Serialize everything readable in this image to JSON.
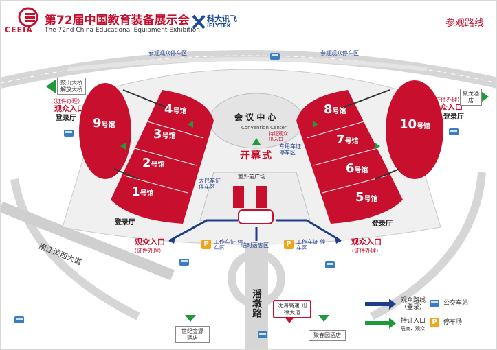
{
  "header": {
    "logo_text": "CEEIA",
    "title_cn": "第72届中国教育装备展示会",
    "title_en": "The 72nd China Educational Equipment Exhibition",
    "partner_cn": "科大讯飞",
    "partner_en": "iFLYTEK",
    "route_title": "参观路线"
  },
  "roads": {
    "parking_top": "参观观众停车区",
    "nanjiang": "南江滨西大道",
    "pandun": "潘墩路"
  },
  "signs": {
    "left_top": "鼓山大桥 解放大桥",
    "right_top": "聚龙酒店",
    "bottom_left": "世纪金源 酒店",
    "bottom_right": "聚春园酒店",
    "bottom_center": "沈海高速 则徐大道"
  },
  "halls": {
    "h1": {
      "num": "1",
      "suffix": "号馆"
    },
    "h2": {
      "num": "2",
      "suffix": "号馆"
    },
    "h3": {
      "num": "3",
      "suffix": "号馆"
    },
    "h4": {
      "num": "4",
      "suffix": "号馆"
    },
    "h5": {
      "num": "5",
      "suffix": "号馆"
    },
    "h6": {
      "num": "6",
      "suffix": "号馆"
    },
    "h7": {
      "num": "7",
      "suffix": "号馆"
    },
    "h8": {
      "num": "8",
      "suffix": "号馆"
    },
    "h9": {
      "num": "9",
      "suffix": "号馆"
    },
    "h10": {
      "num": "10",
      "suffix": "号馆"
    }
  },
  "center": {
    "name": "会 议  中 心",
    "name_en": "Convention Center",
    "cert_entrance": "持证观众 出入口",
    "opening": "开幕式",
    "dedicated_parking": "专用车证 停车区",
    "bus_parking": "大巴车证 停车区",
    "square": "室外前广场",
    "work_parking": "工作车证 停车区",
    "temp_drop": "临时落客区"
  },
  "entrances": {
    "visitor_entrance": "观众入口",
    "cert_processing": "（证件办理）",
    "registration_hall": "登录厅"
  },
  "legend": {
    "visitor_route": "观众路线 （登录）",
    "cert_entry": "持证入口",
    "cert_entry_sub": "展商、观众",
    "bus_stop": "公交车站",
    "parking": "停车场",
    "route_color": "#1e3c8c",
    "cert_color": "#1f9a3a"
  },
  "colors": {
    "hall_red": "#c8102e",
    "road_gray": "#d6d6d6"
  }
}
